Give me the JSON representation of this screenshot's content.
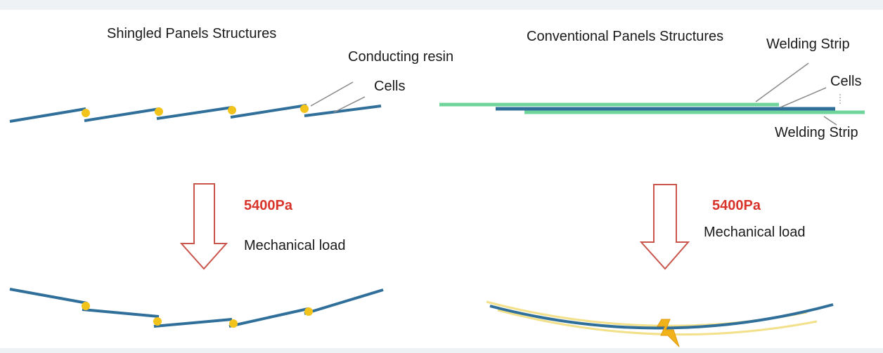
{
  "colors": {
    "cell": "#2f6f9a",
    "resin": "#f2c31a",
    "welding_strip": "#6fd49a",
    "welding_strip_bent": "#f2e08a",
    "arrow_outline": "#c9564d",
    "load_value": "#d9342b",
    "leader_line": "#8a8a8a",
    "crack": "#f2b21a"
  },
  "icons": {
    "load_arrow": "down-arrow-icon",
    "crack": "lightning-crack-icon"
  },
  "shingled": {
    "title": "Shingled Panels Structures",
    "conducting_resin_label": "Conducting resin",
    "cells_label": "Cells",
    "load_value": "5400Pa",
    "load_label": "Mechanical load"
  },
  "conventional": {
    "title": "Conventional Panels Structures",
    "welding_strip_top_label": "Welding Strip",
    "cells_label": "Cells",
    "welding_strip_bottom_label": "Welding Strip",
    "load_value": "5400Pa",
    "load_label": "Mechanical load"
  }
}
